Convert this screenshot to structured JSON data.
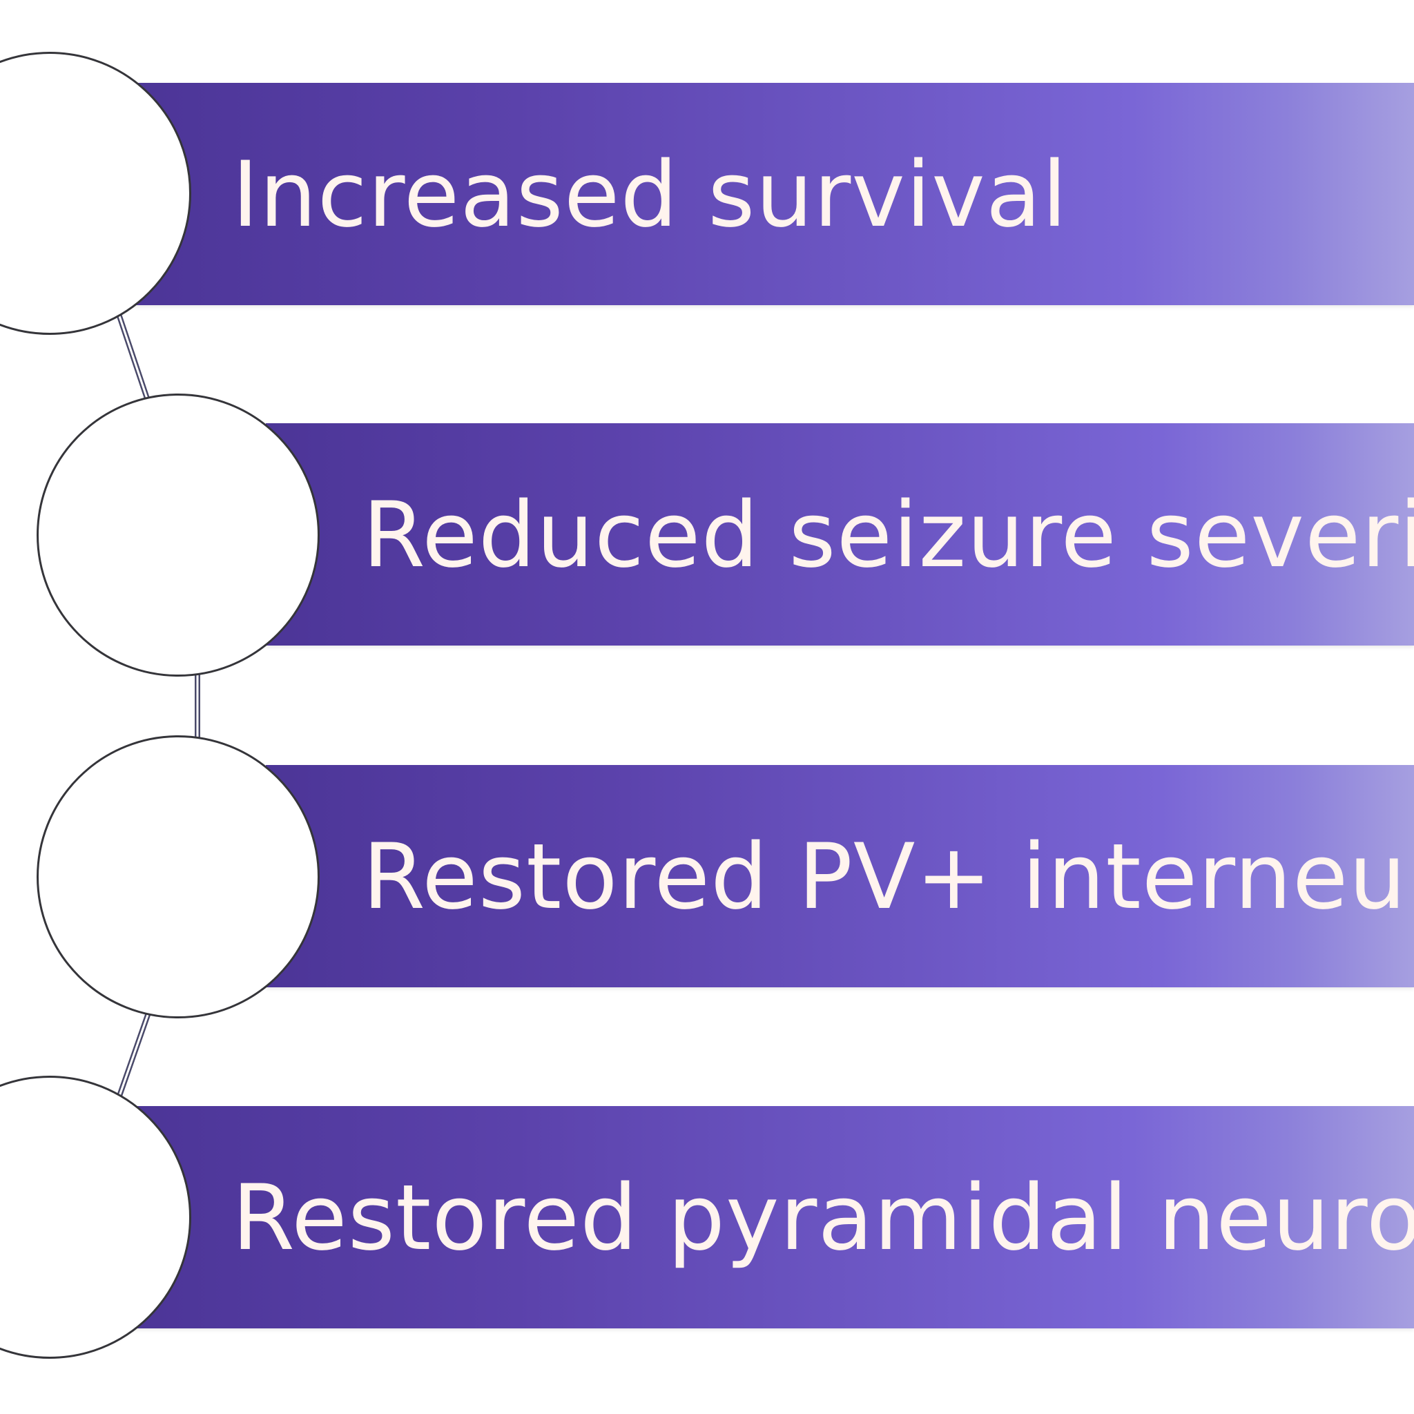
{
  "diagram": {
    "items": [
      {
        "label": "Increased survival"
      },
      {
        "label": "Reduced seizure severity"
      },
      {
        "label": "Restored PV+ interneurons"
      },
      {
        "label": "Restored pyramidal neurons"
      }
    ]
  },
  "colors": {
    "band_start": "#4c3597",
    "band_mid": "#7a66d6",
    "band_end": "#a69fe0",
    "text": "#fff4ee",
    "circle_border": "#35353a",
    "connector": "#4a4a6a"
  }
}
